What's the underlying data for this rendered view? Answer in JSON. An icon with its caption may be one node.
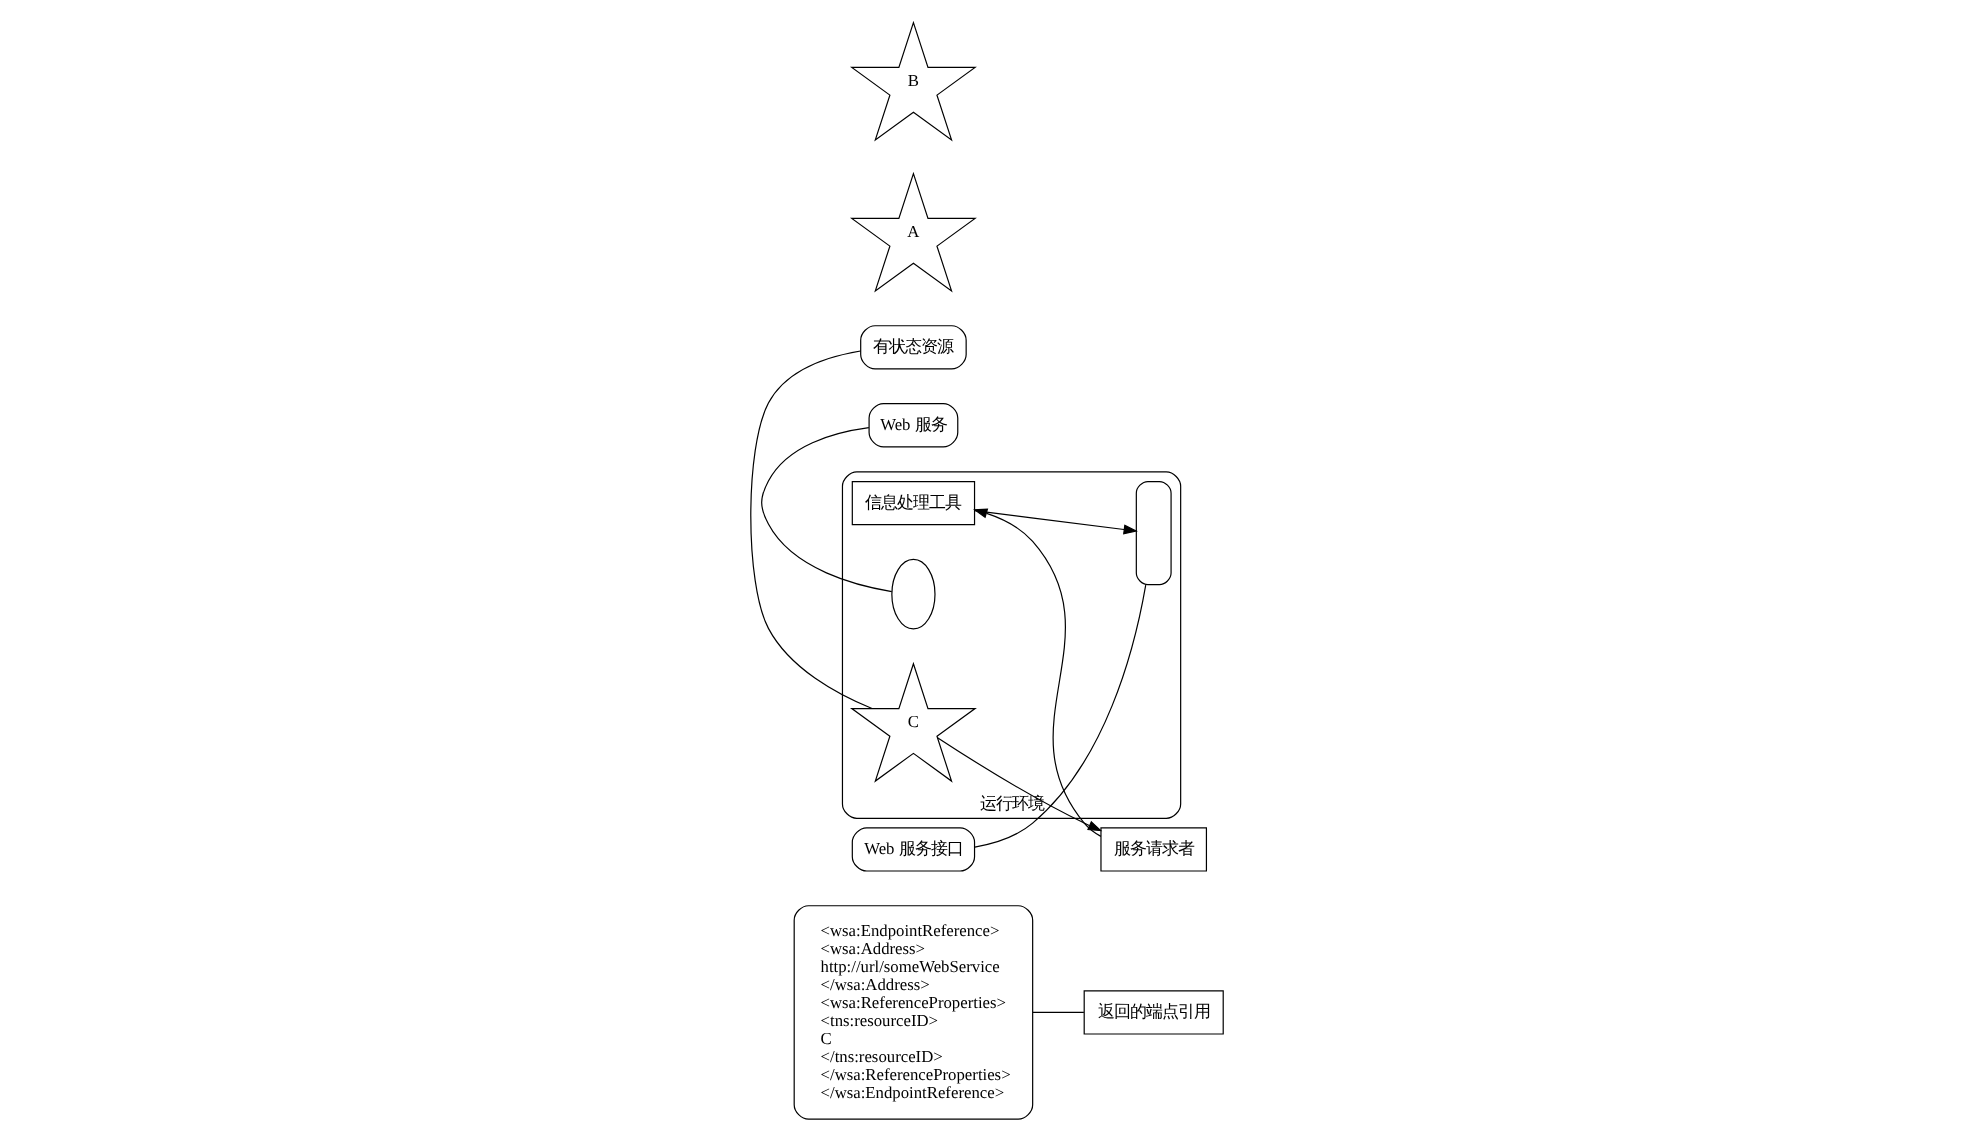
{
  "diagram": {
    "nodes": [
      {
        "text": [
          "<wsa:EndpointReference>",
          "<wsa:Address>",
          "http://url/someWebService",
          "</wsa:Address>",
          "<wsa:ReferenceProperties>",
          "<tns:resourceID>",
          "C",
          "</tns:resourceID>",
          "</wsa:ReferenceProperties>",
          "</wsa:EndpointReference>"
        ]
      },
      {
        "text": [
          "运行环境"
        ]
      },
      {
        "text": [
          "服务请求者"
        ]
      },
      {
        "text": [
          "信息处理工具"
        ],
        "in": 1
      },
      {
        "text": [
          "Web 服务接口"
        ]
      },
      {
        "text": [],
        "shape": "arc",
        "in": 1
      },
      {
        "text": [],
        "shape": "ellipse",
        "in": 1
      },
      {
        "text": [
          "Web 服务"
        ]
      },
      {
        "text": [
          "有状态资源"
        ]
      },
      {
        "text": [
          "C"
        ],
        "in": 1
      },
      {
        "text": [
          "A"
        ]
      },
      {
        "text": [
          "B"
        ]
      },
      {
        "text": [
          "返回的端点引用"
        ]
      }
    ],
    "edges": [
      {
        "from": 2,
        "to": 3,
        "arrow": "to"
      },
      {
        "from": 3,
        "to": 5,
        "arrow": "to"
      },
      {
        "from": 9,
        "to": 2,
        "arrow": "to"
      },
      {
        "from": 4,
        "to": 5,
        "arrow": "none"
      },
      {
        "from": 7,
        "to": 6,
        "arrow": "none"
      },
      {
        "from": 8,
        "to": 9,
        "arrow": "none"
      },
      {
        "from": 0,
        "to": 12,
        "arrow": "none"
      }
    ]
  }
}
